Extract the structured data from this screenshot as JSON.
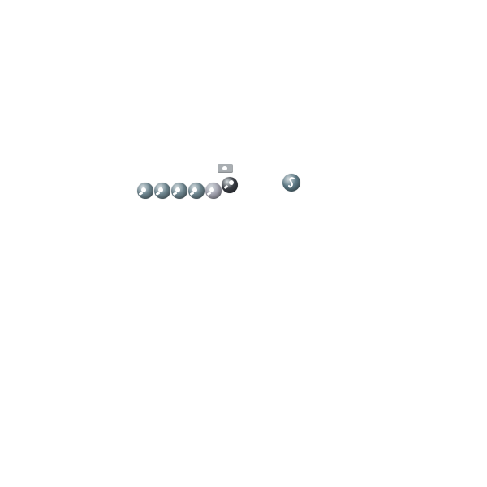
{
  "scene": {
    "background": "#ffffff",
    "chain": [
      {
        "id": "ball-1",
        "color": "#708892",
        "icon": "sphere"
      },
      {
        "id": "ball-2",
        "color": "#708892",
        "icon": "sphere"
      },
      {
        "id": "ball-3",
        "color": "#708892",
        "icon": "sphere"
      },
      {
        "id": "ball-4",
        "color": "#708892",
        "icon": "sphere"
      },
      {
        "id": "ball-5",
        "color": "#a8a8b5",
        "icon": "sphere"
      },
      {
        "id": "ball-6",
        "color": "#3b3f46",
        "icon": "sphere"
      }
    ],
    "loose_ball": {
      "id": "ball-7",
      "color": "#5f7c88",
      "icon": "sphere-with-s-mark"
    },
    "tag": {
      "color": "#a9aeb2",
      "icon": "tag"
    }
  }
}
